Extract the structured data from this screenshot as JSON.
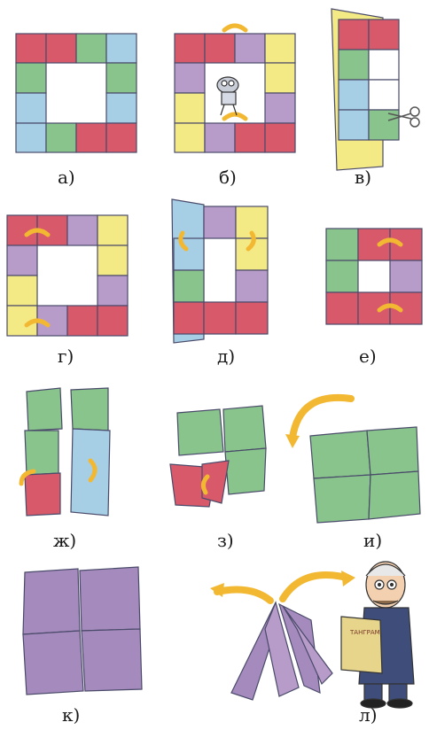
{
  "colors": {
    "red": "#d85a6a",
    "green": "#88c48c",
    "blue": "#a6cfe6",
    "purple": "#b79bc9",
    "yellow": "#f3ea86",
    "violet": "#a58bbd",
    "arrow": "#f3b832",
    "outline": "#4a4a6a"
  },
  "captions": {
    "a": "а)",
    "b": "б)",
    "v": "в)",
    "g": "г)",
    "d": "д)",
    "e": "е)",
    "zh": "ж)",
    "z": "з)",
    "i": "и)",
    "k": "к)",
    "l": "л)"
  },
  "illustrations": {
    "book_title": "ТАНГРАМ"
  }
}
